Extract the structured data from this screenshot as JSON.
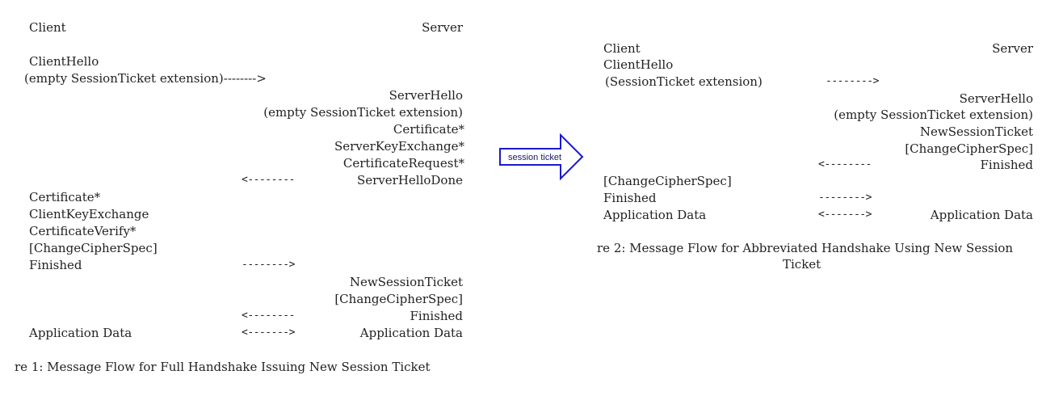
{
  "diagram1": {
    "client_header": "Client",
    "server_header": "Server",
    "client_hello": "ClientHello",
    "client_hello_ext": "(empty SessionTicket extension)-------->",
    "server_hello": "ServerHello",
    "server_hello_ext": "(empty SessionTicket extension)",
    "certificate": "Certificate*",
    "server_key_exchange": "ServerKeyExchange*",
    "certificate_request": "CertificateRequest*",
    "server_hello_done_arrow": "<--------",
    "server_hello_done": "ServerHelloDone",
    "client_certificate": "Certificate*",
    "client_key_exchange": "ClientKeyExchange",
    "certificate_verify": "CertificateVerify*",
    "change_cipher_spec": "[ChangeCipherSpec]",
    "finished": "Finished",
    "finished_arrow": "-------->",
    "new_session_ticket": "NewSessionTicket",
    "server_change_cipher_spec": "[ChangeCipherSpec]",
    "server_finished_arrow": "<--------",
    "server_finished": "Finished",
    "app_data_client": "Application Data",
    "app_data_arrow": "<------->",
    "app_data_server": "Application Data",
    "caption": "re 1: Message Flow for Full Handshake Issuing New Session Ticket"
  },
  "transition": {
    "label": "session ticket",
    "color": "#1a1acc"
  },
  "diagram2": {
    "client_header": "Client",
    "server_header": "Server",
    "client_hello": "ClientHello",
    "client_hello_ext": "(SessionTicket extension)",
    "client_hello_arrow": "-------->",
    "server_hello": "ServerHello",
    "server_hello_ext": "(empty SessionTicket extension)",
    "new_session_ticket": "NewSessionTicket",
    "server_change_cipher_spec": "[ChangeCipherSpec]",
    "server_finished_arrow": "<--------",
    "server_finished": "Finished",
    "client_change_cipher_spec": "[ChangeCipherSpec]",
    "client_finished": "Finished",
    "client_finished_arrow": "-------->",
    "app_data_client": "Application Data",
    "app_data_arrow": "<------->",
    "app_data_server": "Application Data",
    "caption_line1": "re 2: Message Flow for Abbreviated Handshake Using New Session",
    "caption_line2": "Ticket"
  }
}
